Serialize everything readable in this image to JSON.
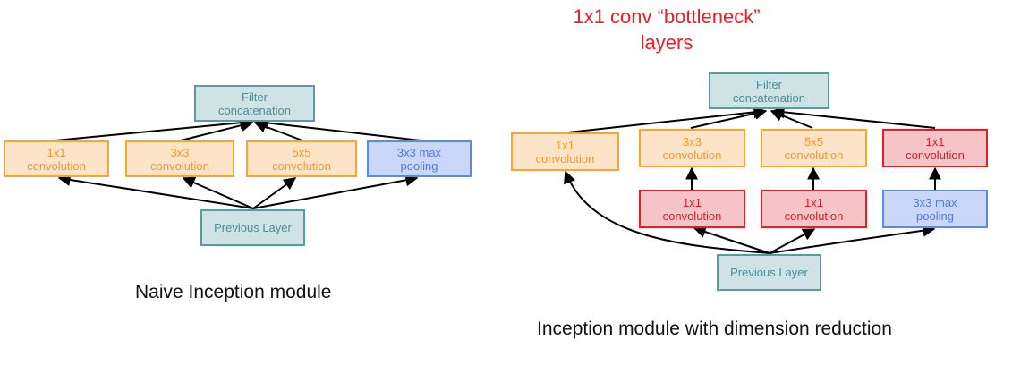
{
  "naive": {
    "filter": "Filter\nconcatenation",
    "conv1": "1x1\nconvolution",
    "conv3": "3x3\nconvolution",
    "conv5": "5x5\nconvolution",
    "pool": "3x3 max\npooling",
    "prev": "Previous Layer",
    "caption": "Naive Inception module"
  },
  "reduction": {
    "filter": "Filter\nconcatenation",
    "conv1": "1x1\nconvolution",
    "conv3": "3x3\nconvolution",
    "conv5": "5x5\nconvolution",
    "conv1_after_pool": "1x1\nconvolution",
    "bneck_3": "1x1\nconvolution",
    "bneck_5": "1x1\nconvolution",
    "pool": "3x3 max\npooling",
    "prev": "Previous Layer",
    "caption": "Inception module with dimension reduction"
  },
  "annotation": "1x1 conv “bottleneck”\nlayers",
  "colors": {
    "conv": "#f6a731",
    "pool": "#5b8be6",
    "bottleneck": "#e3202a",
    "io": "#5a9aa2",
    "annotation": "#ee1c24"
  }
}
